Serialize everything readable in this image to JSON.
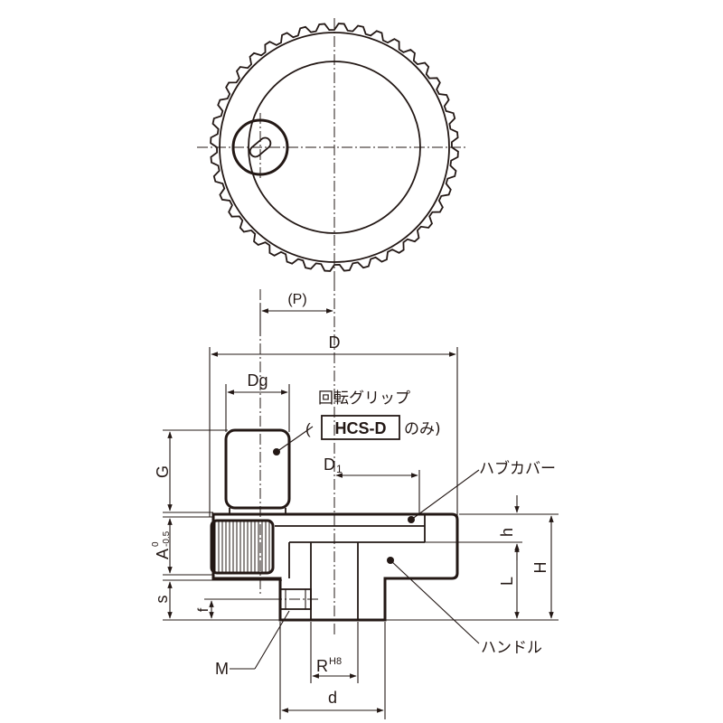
{
  "labels": {
    "p": "(P)",
    "d_outer": "D",
    "dg": "Dg",
    "d1": "D",
    "d1_sub": "1",
    "g": "G",
    "a": "A",
    "a_tol_upper": "0",
    "a_tol_lower": "-0.5",
    "s": "s",
    "f": "f",
    "h_small": "h",
    "l": "L",
    "h_total": "H",
    "m": "M",
    "r": "R",
    "r_tol": "H8",
    "d_bore": "d"
  },
  "callouts": {
    "rotating_grip": "回転グリップ",
    "hcs_open": "(",
    "hcs_model": "HCS-D",
    "hcs_only": "のみ)",
    "hub_cover": "ハブカバー",
    "handle": "ハンドル"
  }
}
